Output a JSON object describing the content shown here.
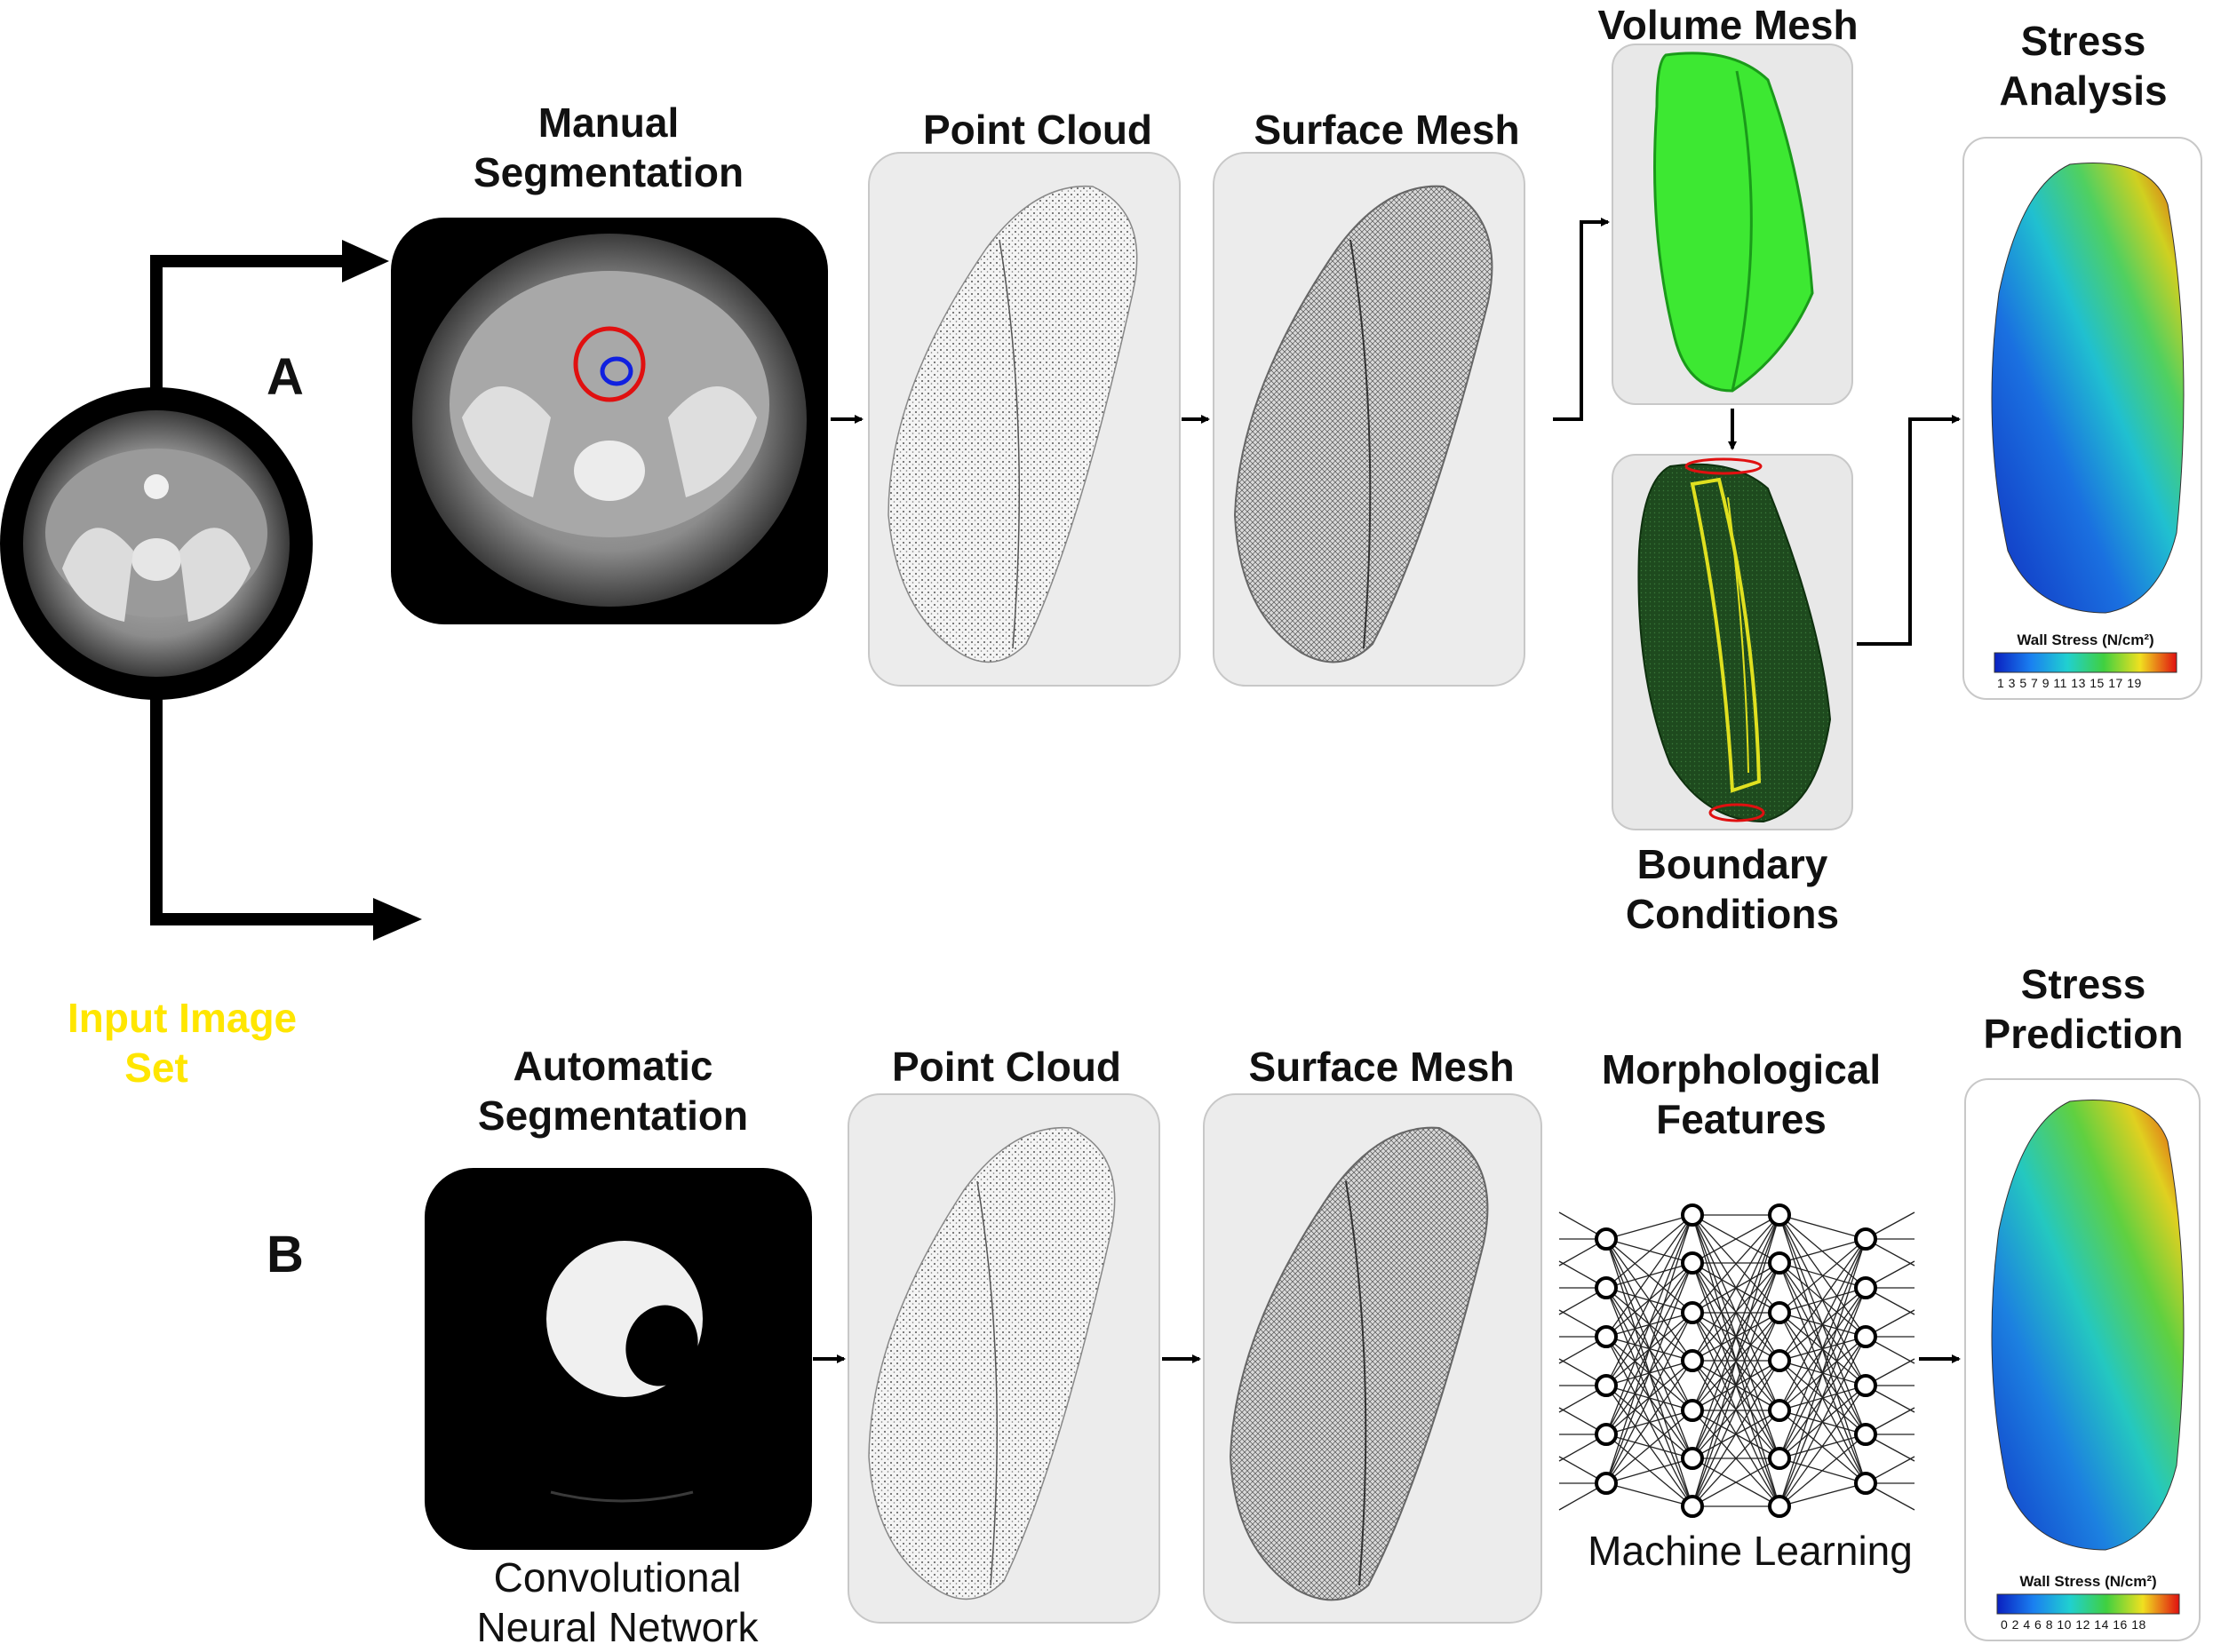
{
  "top": {
    "branch_letter": "A",
    "segmentation_label_1": "Manual",
    "segmentation_label_2": "Segmentation",
    "point_cloud_label": "Point Cloud",
    "surface_mesh_label": "Surface Mesh",
    "volume_mesh_label": "Volume Mesh",
    "boundary_label_1": "Boundary",
    "boundary_label_2": "Conditions",
    "stress_label_1": "Stress",
    "stress_label_2": "Analysis",
    "colorbar_title": "Wall Stress (N/cm²)",
    "colorbar_ticks": "1  3  5  7  9  11 13 15 17 19"
  },
  "input": {
    "label_1": "Input Image",
    "label_2": "Set"
  },
  "bottom": {
    "branch_letter": "B",
    "segmentation_label_1": "Automatic",
    "segmentation_label_2": "Segmentation",
    "cnn_label_1": "Convolutional",
    "cnn_label_2": "Neural Network",
    "point_cloud_label": "Point Cloud",
    "surface_mesh_label": "Surface Mesh",
    "features_label_1": "Morphological",
    "features_label_2": "Features",
    "ml_label": "Machine Learning",
    "stress_label_1": "Stress",
    "stress_label_2": "Prediction",
    "colorbar_title": "Wall Stress (N/cm²)",
    "colorbar_ticks": "0  2  4  6  8 10 12 14 16 18"
  },
  "colors": {
    "arrow": "#000000",
    "panel_bg": "#ececec",
    "volume_mesh": "#3de832",
    "boundary_mesh": "#1d4a1d",
    "boundary_band": "#e0e020",
    "segmentation_outer": "#e01010",
    "segmentation_inner": "#1020e0",
    "input_text": "#ffe600"
  }
}
